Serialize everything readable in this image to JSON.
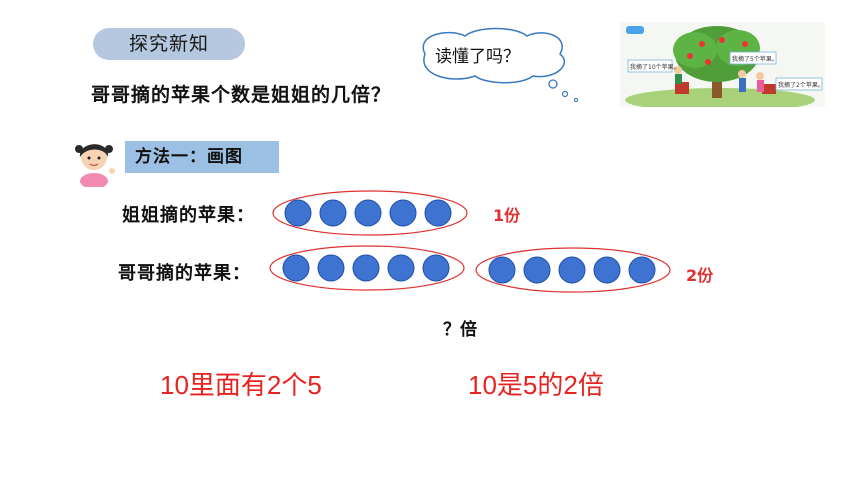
{
  "badge": "探究新知",
  "question": "哥哥摘的苹果个数是姐姐的几倍？",
  "bubble": "读懂了吗？",
  "method": "方法一：画图",
  "rows": {
    "sister_label": "姐姐摘的苹果：",
    "brother_label": "哥哥摘的苹果：",
    "sister_count": 5,
    "brother_group_count": 5
  },
  "parts": {
    "one": "1份",
    "two": "2份"
  },
  "times": "？倍",
  "conclusions": {
    "left": "10里面有2个5",
    "right": "10是5的2倍"
  },
  "illustration": {
    "caption_left": "我摘了10个苹果。",
    "caption_mid": "我摘了5个苹果。",
    "caption_right": "我摘了2个苹果。"
  },
  "colors": {
    "circle_fill": "#3f73d1",
    "ellipse": "#e03030",
    "badge": "#b4c8df",
    "method_bg": "#9cc0e4",
    "red_text": "#e8231f"
  }
}
